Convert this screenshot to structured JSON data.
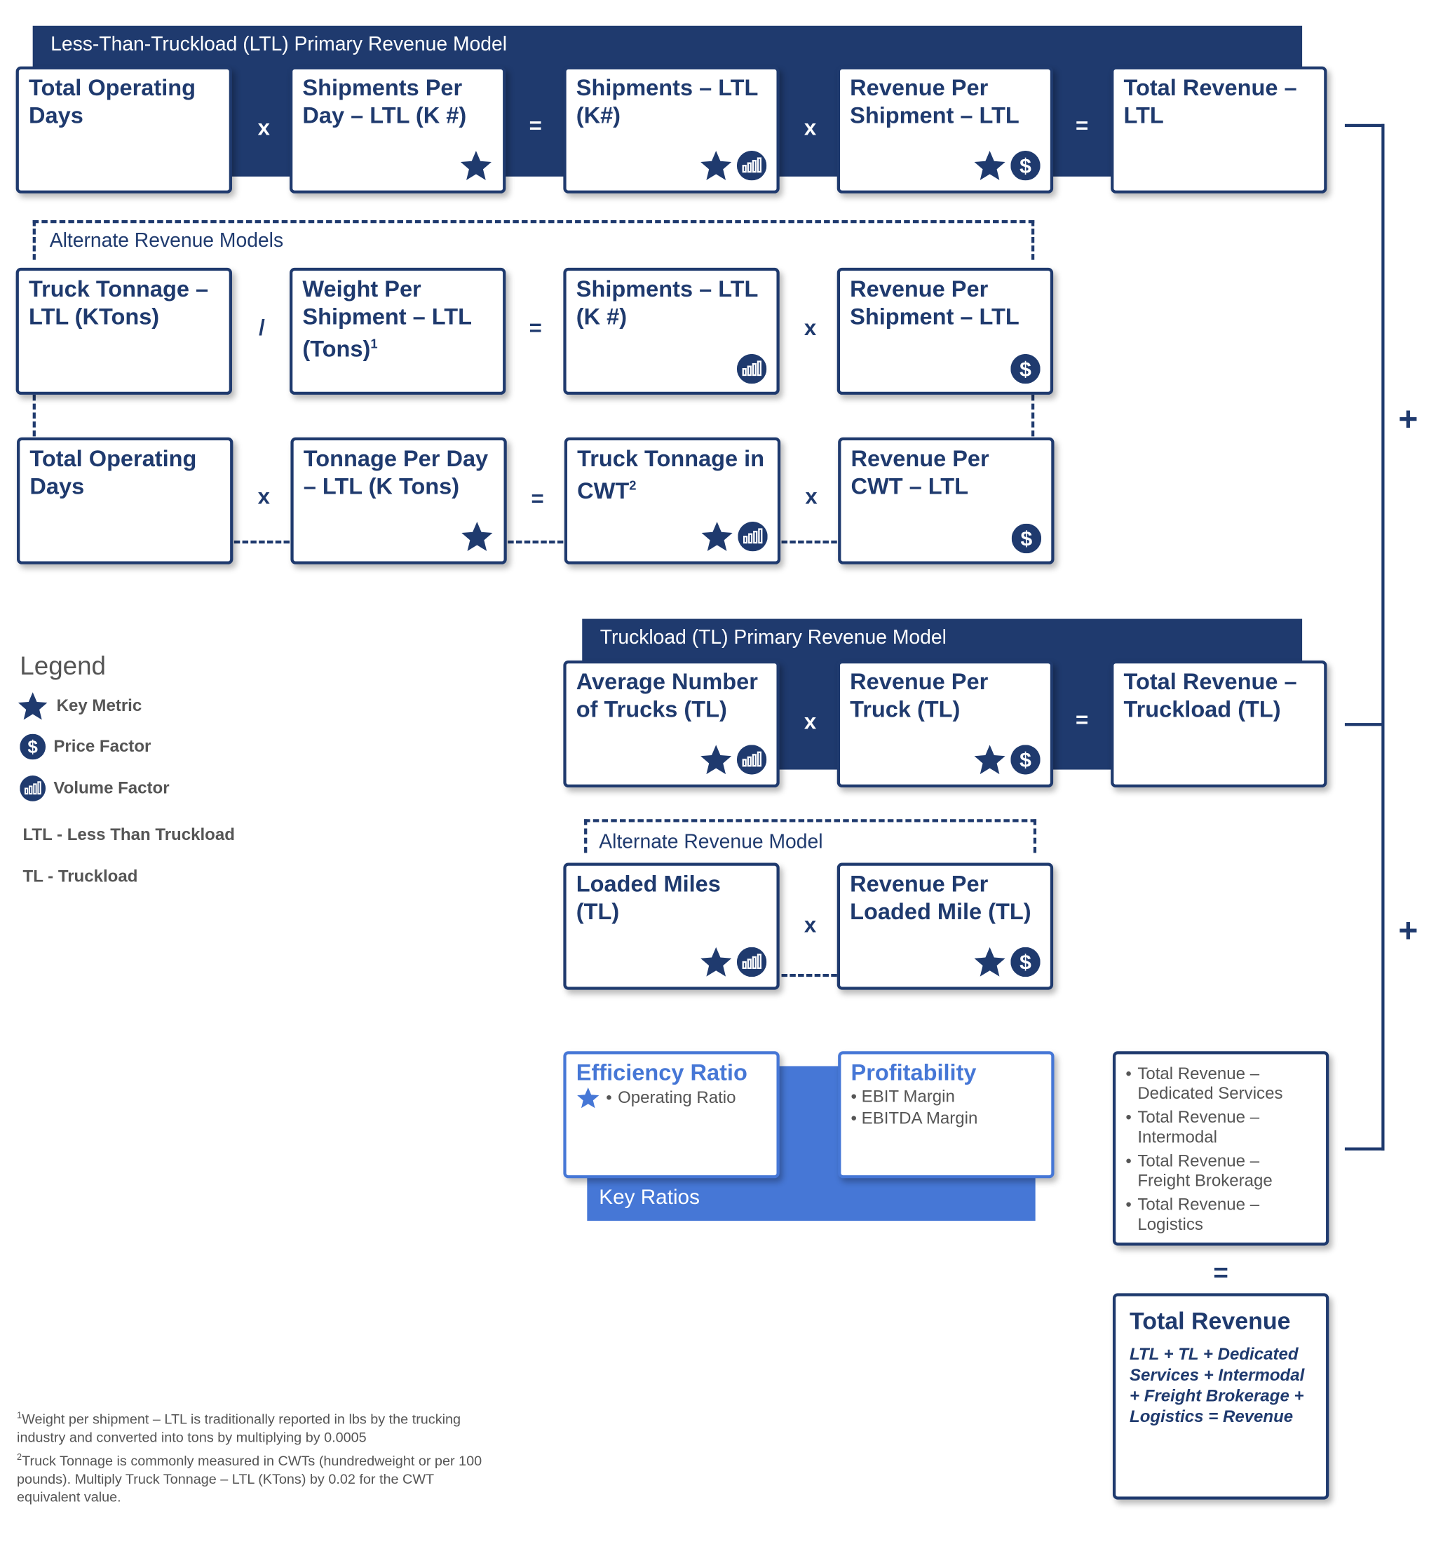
{
  "ltl_primary": {
    "title": "Less-Than-Truckload (LTL) Primary Revenue Model",
    "boxes": [
      "Total Operating Days",
      "Shipments Per Day – LTL (K #)",
      "Shipments – LTL (K#)",
      "Revenue Per Shipment – LTL",
      "Total Revenue – LTL"
    ],
    "ops": [
      "x",
      "=",
      "x",
      "="
    ]
  },
  "ltl_alternate": {
    "title": "Alternate Revenue Models",
    "row1": [
      "Truck Tonnage – LTL (KTons)",
      "Weight Per Shipment – LTL (Tons)",
      "Shipments – LTL (K #)",
      "Revenue Per Shipment – LTL"
    ],
    "row1_sup": "1",
    "row1_ops": [
      "/",
      "=",
      "x"
    ],
    "row2": [
      "Total Operating Days",
      "Tonnage Per Day – LTL (K Tons)",
      "Truck Tonnage in CWT",
      "Revenue Per CWT – LTL"
    ],
    "row2_sup": "2",
    "row2_ops": [
      "x",
      "=",
      "x"
    ]
  },
  "tl_primary": {
    "title": "Truckload (TL) Primary Revenue Model",
    "boxes": [
      "Average Number of Trucks (TL)",
      "Revenue Per Truck (TL)",
      "Total Revenue – Truckload (TL)"
    ],
    "ops": [
      "x",
      "="
    ]
  },
  "tl_alternate": {
    "title": "Alternate Revenue Model",
    "boxes": [
      "Loaded Miles (TL)",
      "Revenue Per Loaded Mile (TL)"
    ],
    "ops": [
      "x"
    ]
  },
  "key_ratios": {
    "title": "Key Ratios",
    "efficiency": {
      "title": "Efficiency Ratio",
      "items": [
        "Operating Ratio"
      ]
    },
    "profitability": {
      "title": "Profitability",
      "items": [
        "EBIT Margin",
        "EBITDA Margin"
      ]
    }
  },
  "other_revenue": {
    "items": [
      "Total Revenue – Dedicated Services",
      "Total Revenue – Intermodal",
      "Total Revenue – Freight Brokerage",
      "Total Revenue – Logistics"
    ],
    "equals": "="
  },
  "total_revenue": {
    "title": "Total Revenue",
    "formula": "LTL + TL + Dedicated Services + Intermodal + Freight Brokerage + Logistics = Revenue"
  },
  "plus": [
    "+",
    "+"
  ],
  "legend": {
    "title": "Legend",
    "items": [
      {
        "icon": "star-icon",
        "label": "Key Metric"
      },
      {
        "icon": "dollar-icon",
        "label": "Price Factor"
      },
      {
        "icon": "volume-bars-icon",
        "label": "Volume Factor"
      }
    ],
    "abbreviations": [
      "LTL - Less Than Truckload",
      "TL - Truckload"
    ]
  },
  "footnotes": [
    {
      "sup": "1",
      "text": "Weight per shipment – LTL is traditionally reported in lbs by the trucking industry and converted into tons by multiplying by 0.0005"
    },
    {
      "sup": "2",
      "text": "Truck Tonnage is commonly measured in CWTs (hundredweight or per 100 pounds). Multiply Truck Tonnage – LTL (KTons) by 0.02 for the CWT equivalent value."
    }
  ],
  "colors": {
    "navy": "#1f3a6e",
    "blue": "#4677d6",
    "gray": "#555555"
  }
}
